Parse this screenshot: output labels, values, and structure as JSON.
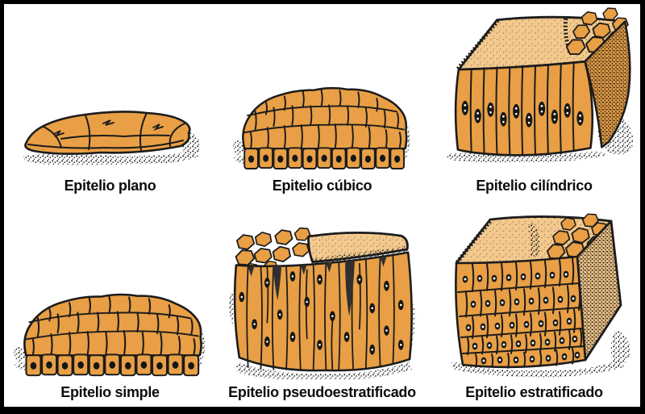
{
  "panels": [
    {
      "id": "epitelio-plano",
      "label": "Epitelio plano"
    },
    {
      "id": "epitelio-cubico",
      "label": "Epitelio cúbico"
    },
    {
      "id": "epitelio-cilindrico",
      "label": "Epitelio cilíndrico"
    },
    {
      "id": "epitelio-simple",
      "label": "Epitelio simple"
    },
    {
      "id": "epitelio-pseudoestratificado",
      "label": "Epitelio pseudoestratificado"
    },
    {
      "id": "epitelio-estratificado",
      "label": "Epitelio estratificado"
    }
  ],
  "colors": {
    "cell_orange": "#E89F45",
    "surface_tan": "#F3C98E",
    "ink": "#1B1B1B",
    "frame": "#000000",
    "background": "#FFFFFF",
    "label_text": "#0D0D0D"
  }
}
